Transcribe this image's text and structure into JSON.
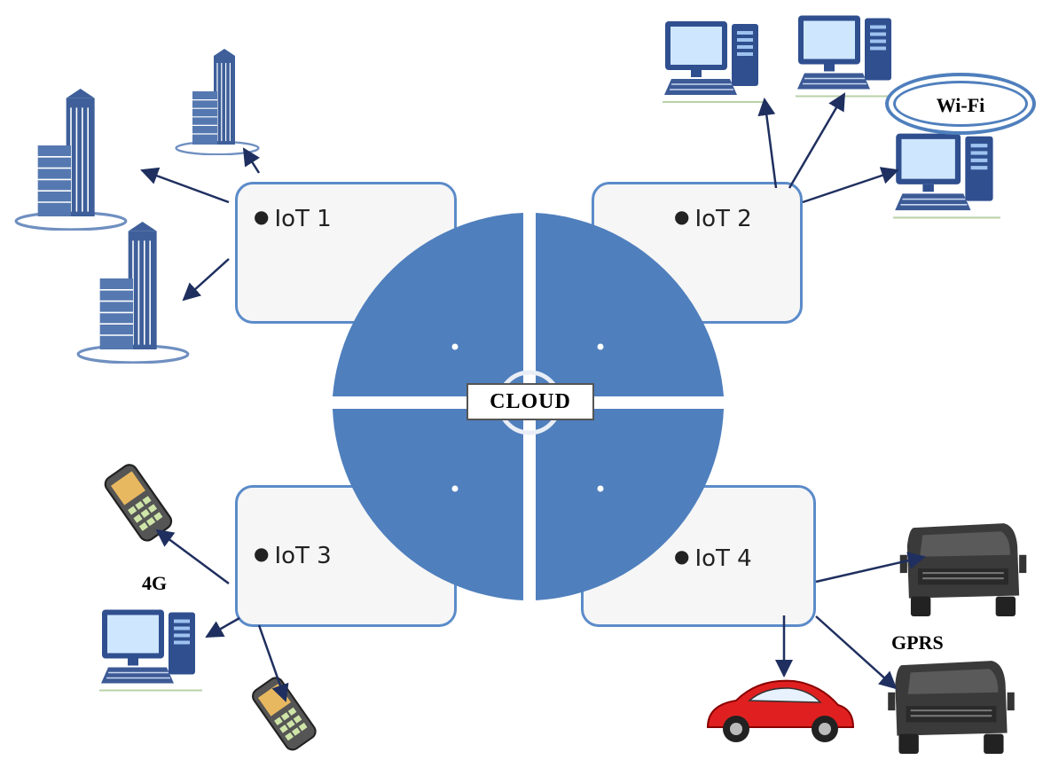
{
  "center": {
    "label": "CLOUD"
  },
  "nodes": [
    {
      "label": "IoT 1"
    },
    {
      "label": "IoT 2"
    },
    {
      "label": "IoT 3"
    },
    {
      "label": "IoT 4"
    }
  ],
  "networks": {
    "wifi": "Wi-Fi",
    "cellular": "4G",
    "gprs": "GPRS"
  },
  "icons": {
    "building": "building-icon",
    "computer": "computer-icon",
    "phone": "mobile-phone-icon",
    "truck": "truck-icon",
    "car": "car-icon"
  },
  "colors": {
    "accent": "#4f7fbd",
    "arrow": "#1f2f5f",
    "box_border": "#5b8bc9",
    "car": "#e02020",
    "truck": "#3a3a3a"
  }
}
